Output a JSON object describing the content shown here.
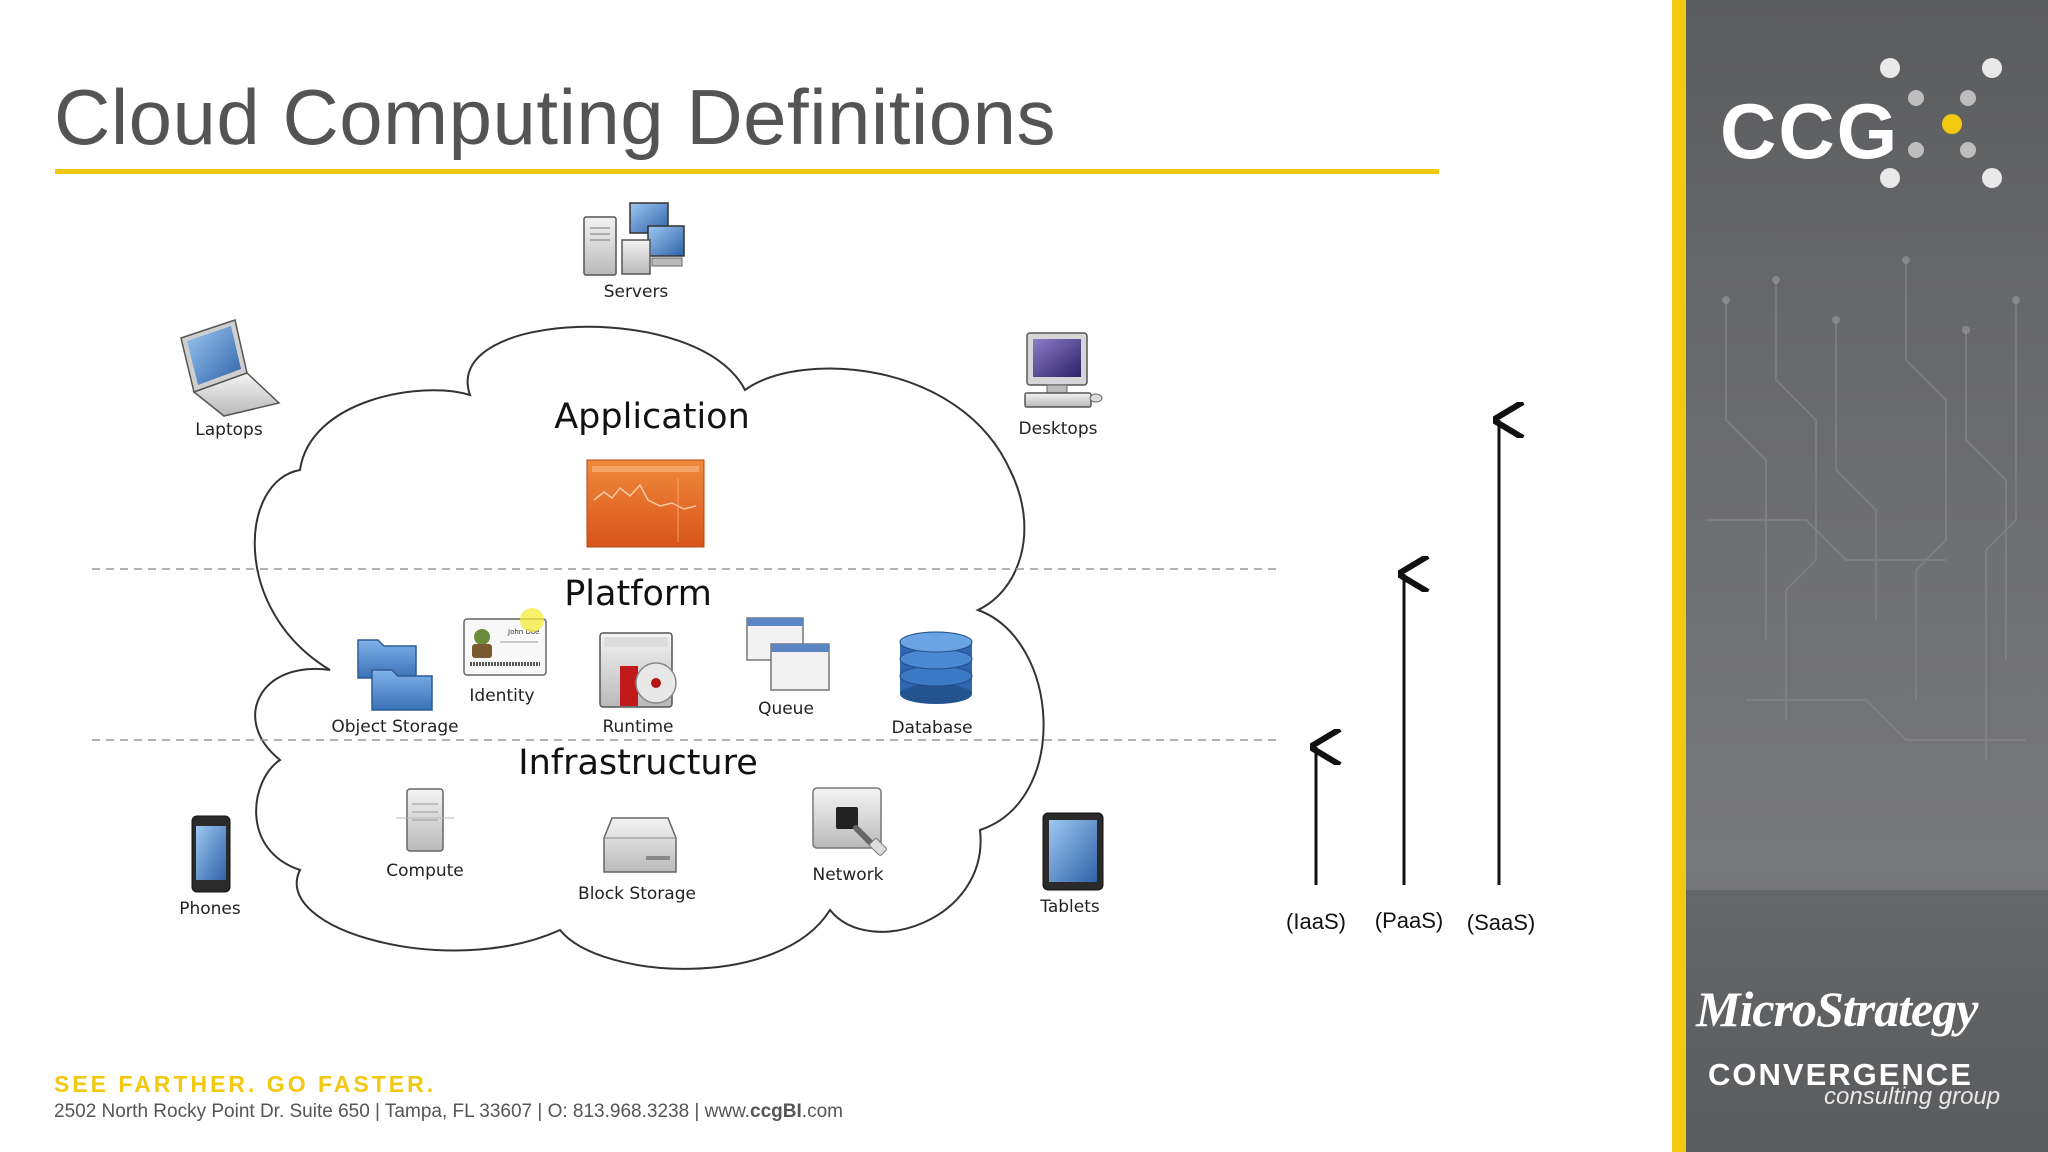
{
  "slide": {
    "title": "Cloud Computing Definitions",
    "tagline": "SEE FARTHER. GO FASTER.",
    "address_prefix": "2502 North Rocky Point Dr. Suite 650 | Tampa, FL 33607 | O: 813.968.3238 | www.",
    "address_domain": "ccgBI",
    "address_suffix": ".com"
  },
  "diagram": {
    "devices": {
      "servers": "Servers",
      "laptops": "Laptops",
      "desktops": "Desktops",
      "phones": "Phones",
      "tablets": "Tablets"
    },
    "layers": {
      "application": "Application",
      "platform": "Platform",
      "infrastructure": "Infrastructure"
    },
    "platform_items": {
      "object_storage": "Object Storage",
      "identity": "Identity",
      "identity_card_name": "John Doe",
      "runtime": "Runtime",
      "queue": "Queue",
      "database": "Database"
    },
    "infrastructure_items": {
      "compute": "Compute",
      "block_storage": "Block Storage",
      "network": "Network"
    },
    "service_models": {
      "iaas": "(IaaS)",
      "paas": "(PaaS)",
      "saas": "(SaaS)"
    }
  },
  "sidebar": {
    "logo_text": "CCG",
    "partner_logo": "MicroStrategy",
    "company_name": "CONVERGENCE",
    "company_sub": "consulting group"
  },
  "colors": {
    "accent": "#f2c811",
    "title": "#545454",
    "sidebar": "#6c6d70"
  }
}
